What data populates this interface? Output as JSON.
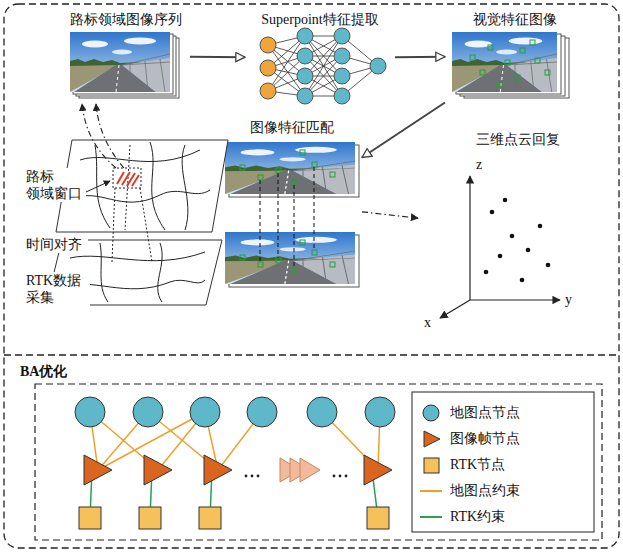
{
  "diagram": {
    "nodes": [
      {
        "text": [
          "路标领域图像序列"
        ]
      },
      {
        "text": [
          "Superpoint特征提取"
        ]
      },
      {
        "text": [
          "视觉特征图像"
        ]
      },
      {
        "text": [
          "图像特征匹配"
        ]
      },
      {
        "text": [
          "三维点云回复"
        ]
      },
      {
        "text": [
          "BA优化"
        ]
      }
    ],
    "edges": [
      {
        "from": 0,
        "to": 1,
        "arrow": "to"
      },
      {
        "from": 1,
        "to": 2,
        "arrow": "to"
      },
      {
        "from": 2,
        "to": 3,
        "arrow": "to"
      },
      {
        "from": 3,
        "to": 4,
        "arrow": "to"
      }
    ],
    "labels": [
      "路标 领域窗口",
      "时间对齐",
      "RTK数据 采集",
      "z",
      "y",
      "x"
    ],
    "legend": [
      {
        "text": "地图点节点"
      },
      {
        "text": "图像帧节点"
      },
      {
        "text": "RTK节点"
      },
      {
        "text": "地图点约束"
      },
      {
        "text": "RTK约束"
      }
    ]
  }
}
